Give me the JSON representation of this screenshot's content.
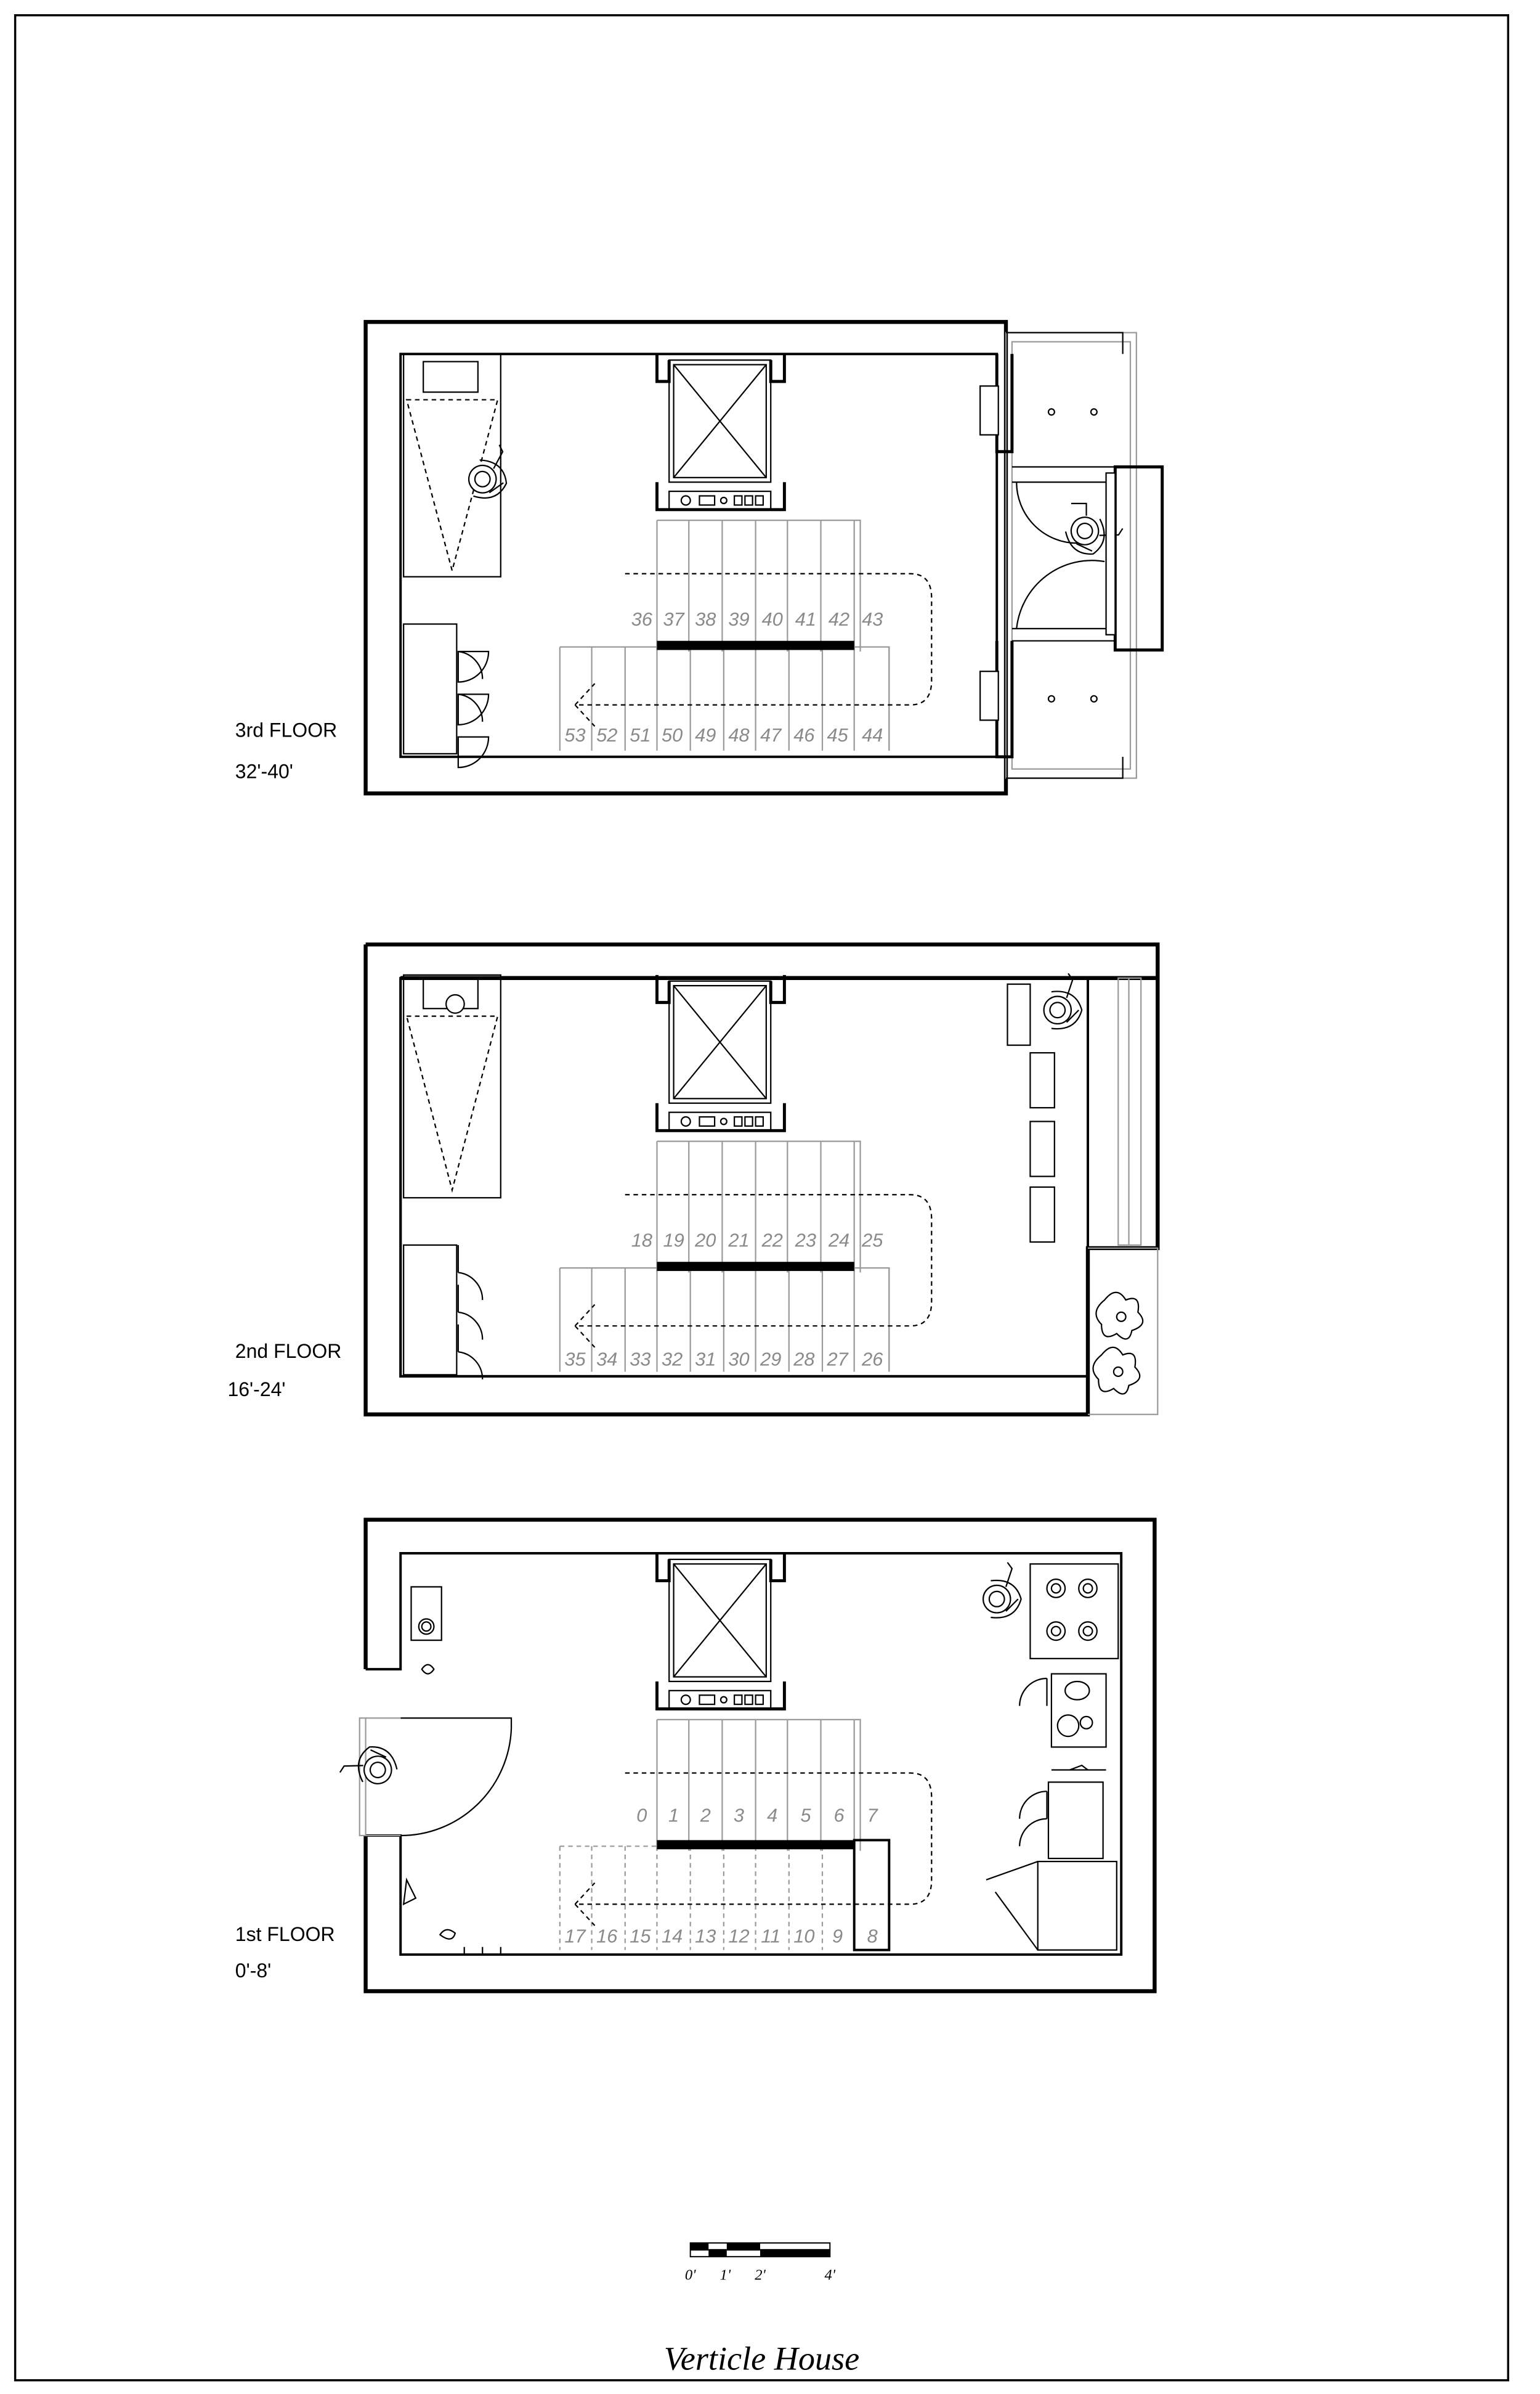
{
  "title": "Verticle House",
  "floors": [
    {
      "label": "3rd FLOOR",
      "level": "32'-40'",
      "steps_upper": [
        "36",
        "37",
        "38",
        "39",
        "40",
        "41",
        "42",
        "43"
      ],
      "steps_lower": [
        "53",
        "52",
        "51",
        "50",
        "49",
        "48",
        "47",
        "46",
        "45",
        "44"
      ]
    },
    {
      "label": "2nd FLOOR",
      "level": "16'-24'",
      "steps_upper": [
        "18",
        "19",
        "20",
        "21",
        "22",
        "23",
        "24",
        "25"
      ],
      "steps_lower": [
        "35",
        "34",
        "33",
        "32",
        "31",
        "30",
        "29",
        "28",
        "27",
        "26"
      ]
    },
    {
      "label": "1st FLOOR",
      "level": "0'-8'",
      "steps_upper": [
        "0",
        "1",
        "2",
        "3",
        "4",
        "5",
        "6",
        "7"
      ],
      "steps_lower": [
        "17",
        "16",
        "15",
        "14",
        "13",
        "12",
        "11",
        "10",
        "9",
        "8"
      ]
    }
  ],
  "scale_bar": {
    "labels": [
      "0'",
      "1'",
      "2'",
      "4'"
    ]
  }
}
